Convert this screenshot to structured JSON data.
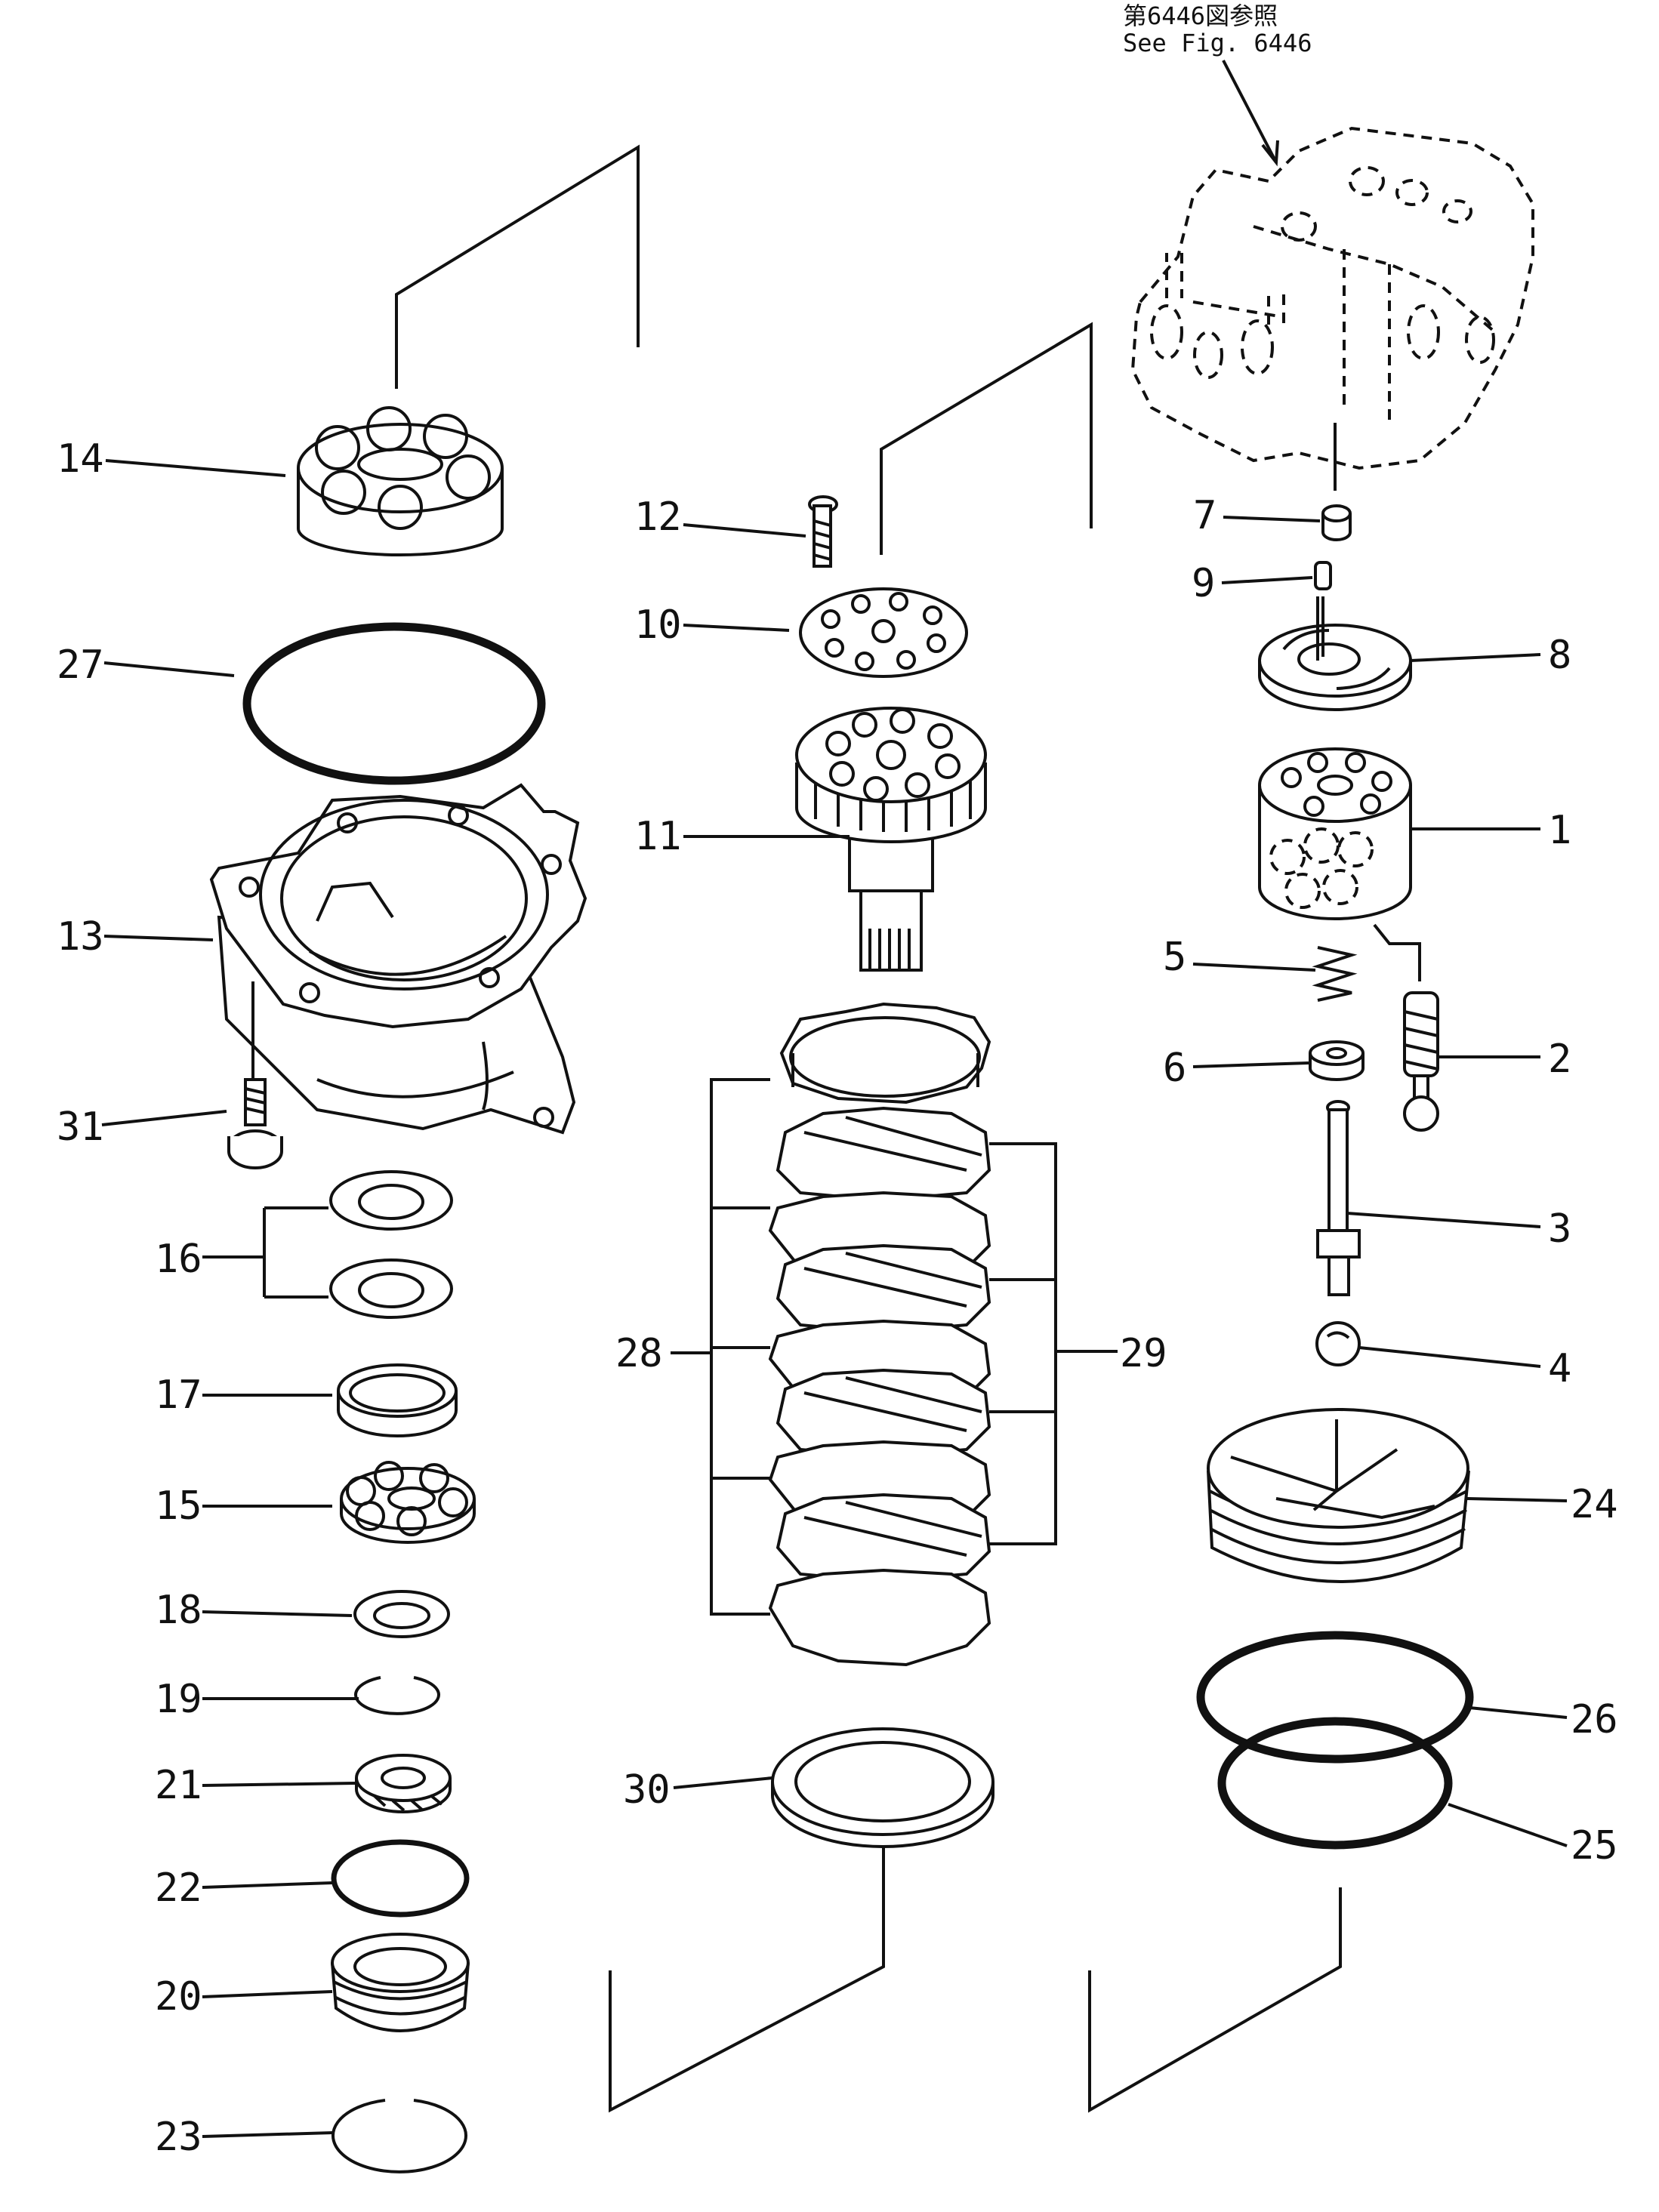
{
  "reference": {
    "line1": "第6446図参照",
    "line2": "See  Fig. 6446"
  },
  "callouts": [
    {
      "id": "1",
      "label": "1"
    },
    {
      "id": "2",
      "label": "2"
    },
    {
      "id": "3",
      "label": "3"
    },
    {
      "id": "4",
      "label": "4"
    },
    {
      "id": "5",
      "label": "5"
    },
    {
      "id": "6",
      "label": "6"
    },
    {
      "id": "7",
      "label": "7"
    },
    {
      "id": "8",
      "label": "8"
    },
    {
      "id": "9",
      "label": "9"
    },
    {
      "id": "10",
      "label": "10"
    },
    {
      "id": "11",
      "label": "11"
    },
    {
      "id": "12",
      "label": "12"
    },
    {
      "id": "13",
      "label": "13"
    },
    {
      "id": "14",
      "label": "14"
    },
    {
      "id": "15",
      "label": "15"
    },
    {
      "id": "16",
      "label": "16"
    },
    {
      "id": "17",
      "label": "17"
    },
    {
      "id": "18",
      "label": "18"
    },
    {
      "id": "19",
      "label": "19"
    },
    {
      "id": "20",
      "label": "20"
    },
    {
      "id": "21",
      "label": "21"
    },
    {
      "id": "22",
      "label": "22"
    },
    {
      "id": "23",
      "label": "23"
    },
    {
      "id": "24",
      "label": "24"
    },
    {
      "id": "25",
      "label": "25"
    },
    {
      "id": "26",
      "label": "26"
    },
    {
      "id": "27",
      "label": "27"
    },
    {
      "id": "28",
      "label": "28"
    },
    {
      "id": "29",
      "label": "29"
    },
    {
      "id": "30",
      "label": "30"
    },
    {
      "id": "31",
      "label": "31"
    }
  ]
}
